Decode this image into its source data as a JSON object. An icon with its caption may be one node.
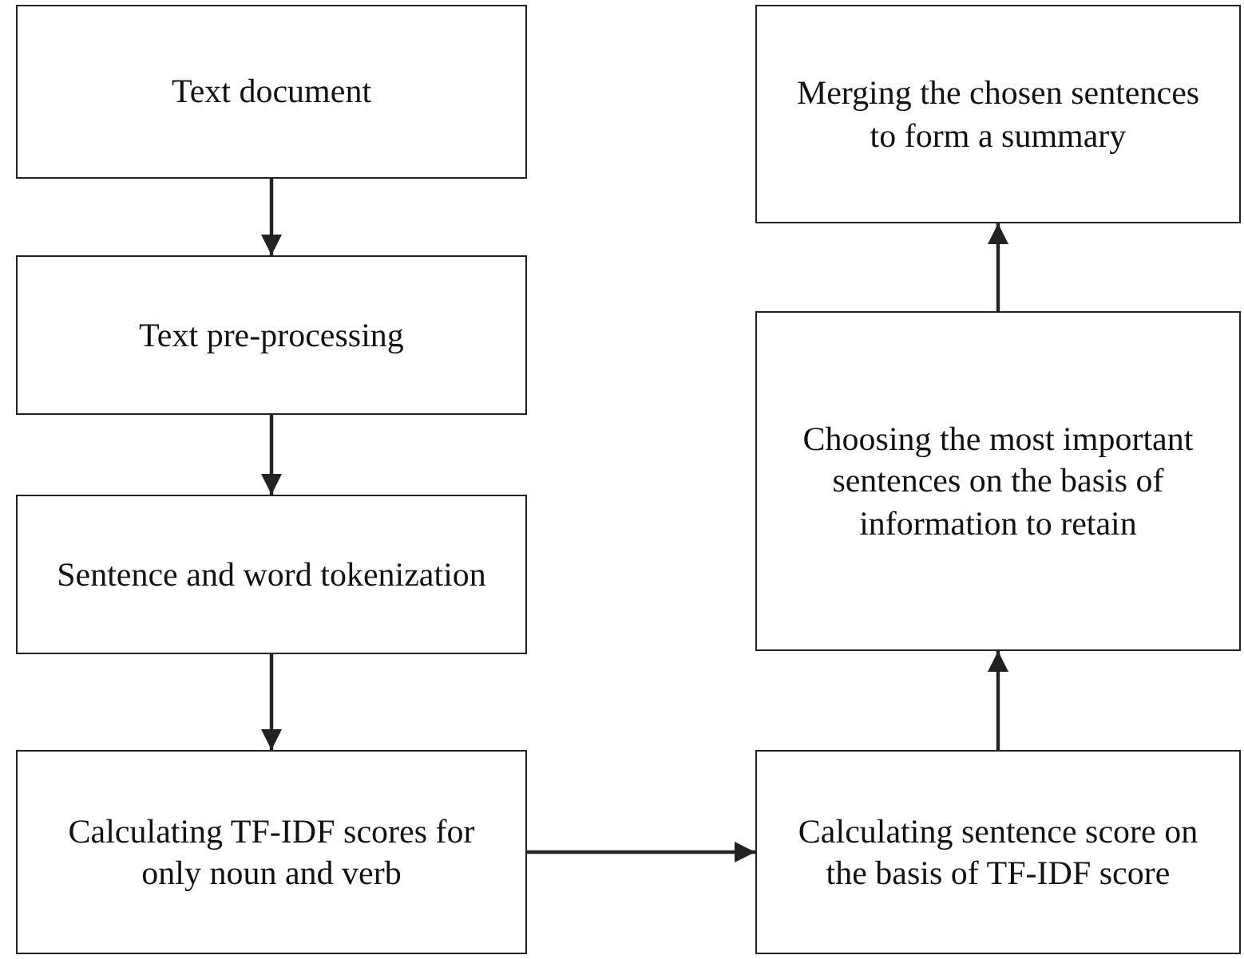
{
  "diagram": {
    "nodes": [
      {
        "text": [
          "Text document"
        ]
      },
      {
        "text": [
          "Text pre-processing"
        ]
      },
      {
        "text": [
          "Sentence and word tokenization"
        ]
      },
      {
        "text": [
          "Calculating TF-IDF scores for only noun and verb"
        ]
      },
      {
        "text": [
          "Calculating sentence score on the basis of TF-IDF score"
        ]
      },
      {
        "text": [
          "Choosing the most important sentences on the basis of information to retain"
        ]
      },
      {
        "text": [
          "Merging the chosen sentences to form a summary"
        ]
      }
    ],
    "edges": [
      {
        "from": 0,
        "to": 1,
        "arrow": "to"
      },
      {
        "from": 1,
        "to": 2,
        "arrow": "to"
      },
      {
        "from": 2,
        "to": 3,
        "arrow": "to"
      },
      {
        "from": 3,
        "to": 4,
        "arrow": "to"
      },
      {
        "from": 4,
        "to": 5,
        "arrow": "to"
      },
      {
        "from": 5,
        "to": 6,
        "arrow": "to"
      }
    ]
  }
}
